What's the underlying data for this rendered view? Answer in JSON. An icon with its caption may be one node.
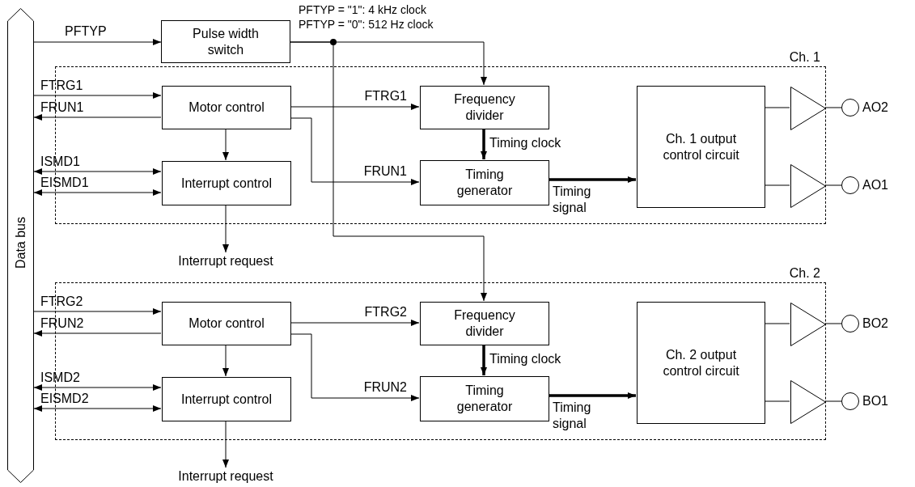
{
  "diagram": {
    "nodes": [
      {
        "text": [
          "Data bus"
        ]
      },
      {
        "text": [
          "Pulse width switch"
        ]
      },
      {
        "text": [
          "Ch. 1"
        ]
      },
      {
        "text": [
          "Motor control"
        ],
        "in": 2
      },
      {
        "text": [
          "Interrupt control"
        ],
        "in": 2
      },
      {
        "text": [
          "Frequency divider"
        ],
        "in": 2
      },
      {
        "text": [
          "Timing generator"
        ],
        "in": 2
      },
      {
        "text": [
          "Ch. 1 output control circuit"
        ],
        "in": 2
      },
      {
        "text": [],
        "shape": "triangle",
        "in": 2
      },
      {
        "text": [],
        "shape": "triangle",
        "in": 2
      },
      {
        "text": [],
        "shape": "circle",
        "beside": [
          "AO2"
        ]
      },
      {
        "text": [],
        "shape": "circle",
        "beside": [
          "AO1"
        ]
      },
      {
        "text": [
          "Interrupt request"
        ]
      },
      {
        "text": [
          "Ch. 2"
        ]
      },
      {
        "text": [
          "Motor control"
        ],
        "in": 13
      },
      {
        "text": [
          "Interrupt control"
        ],
        "in": 13
      },
      {
        "text": [
          "Frequency divider"
        ],
        "in": 13
      },
      {
        "text": [
          "Timing generator"
        ],
        "in": 13
      },
      {
        "text": [
          "Ch. 2 output control circuit"
        ],
        "in": 13
      },
      {
        "text": [],
        "shape": "triangle",
        "in": 13
      },
      {
        "text": [],
        "shape": "triangle",
        "in": 13
      },
      {
        "text": [],
        "shape": "circle",
        "beside": [
          "BO2"
        ]
      },
      {
        "text": [],
        "shape": "circle",
        "beside": [
          "BO1"
        ]
      },
      {
        "text": [
          "Interrupt request"
        ]
      }
    ],
    "edges": [
      {
        "from": 0,
        "to": 1,
        "arrow": "to",
        "label": "PFTYP"
      },
      {
        "from": 1,
        "to": 5,
        "arrow": "to"
      },
      {
        "from": 1,
        "to": 16,
        "arrow": "to"
      },
      {
        "from": 0,
        "to": 3,
        "arrow": "to",
        "label": "FTRG1"
      },
      {
        "from": 3,
        "to": 0,
        "arrow": "to",
        "label": "FRUN1"
      },
      {
        "from": 3,
        "to": 4,
        "arrow": "to"
      },
      {
        "from": 0,
        "to": 4,
        "arrow": "both",
        "label": "ISMD1"
      },
      {
        "from": 0,
        "to": 4,
        "arrow": "both",
        "label": "EISMD1"
      },
      {
        "from": 3,
        "to": 5,
        "arrow": "to",
        "label": "FTRG1"
      },
      {
        "from": 3,
        "to": 6,
        "arrow": "to",
        "label": "FRUN1"
      },
      {
        "from": 5,
        "to": 6,
        "arrow": "to",
        "label": "Timing clock",
        "style": "thick"
      },
      {
        "from": 6,
        "to": 7,
        "arrow": "to",
        "label": "Timing signal",
        "style": "thick"
      },
      {
        "from": 7,
        "to": 8,
        "arrow": "none"
      },
      {
        "from": 8,
        "to": 10,
        "arrow": "none"
      },
      {
        "from": 7,
        "to": 9,
        "arrow": "none"
      },
      {
        "from": 9,
        "to": 11,
        "arrow": "none"
      },
      {
        "from": 4,
        "to": 12,
        "arrow": "to"
      },
      {
        "from": 0,
        "to": 14,
        "arrow": "to",
        "label": "FTRG2"
      },
      {
        "from": 14,
        "to": 0,
        "arrow": "to",
        "label": "FRUN2"
      },
      {
        "from": 14,
        "to": 15,
        "arrow": "to"
      },
      {
        "from": 0,
        "to": 15,
        "arrow": "both",
        "label": "ISMD2"
      },
      {
        "from": 0,
        "to": 15,
        "arrow": "both",
        "label": "EISMD2"
      },
      {
        "from": 14,
        "to": 16,
        "arrow": "to",
        "label": "FTRG2"
      },
      {
        "from": 14,
        "to": 17,
        "arrow": "to",
        "label": "FRUN2"
      },
      {
        "from": 16,
        "to": 17,
        "arrow": "to",
        "label": "Timing clock",
        "style": "thick"
      },
      {
        "from": 17,
        "to": 18,
        "arrow": "to",
        "label": "Timing signal",
        "style": "thick"
      },
      {
        "from": 18,
        "to": 19,
        "arrow": "none"
      },
      {
        "from": 19,
        "to": 21,
        "arrow": "none"
      },
      {
        "from": 18,
        "to": 20,
        "arrow": "none"
      },
      {
        "from": 20,
        "to": 22,
        "arrow": "none"
      },
      {
        "from": 15,
        "to": 23,
        "arrow": "to"
      }
    ],
    "labels": [
      "PFTYP = \"1\": 4 kHz clock",
      "PFTYP = \"0\": 512 Hz clock"
    ]
  }
}
